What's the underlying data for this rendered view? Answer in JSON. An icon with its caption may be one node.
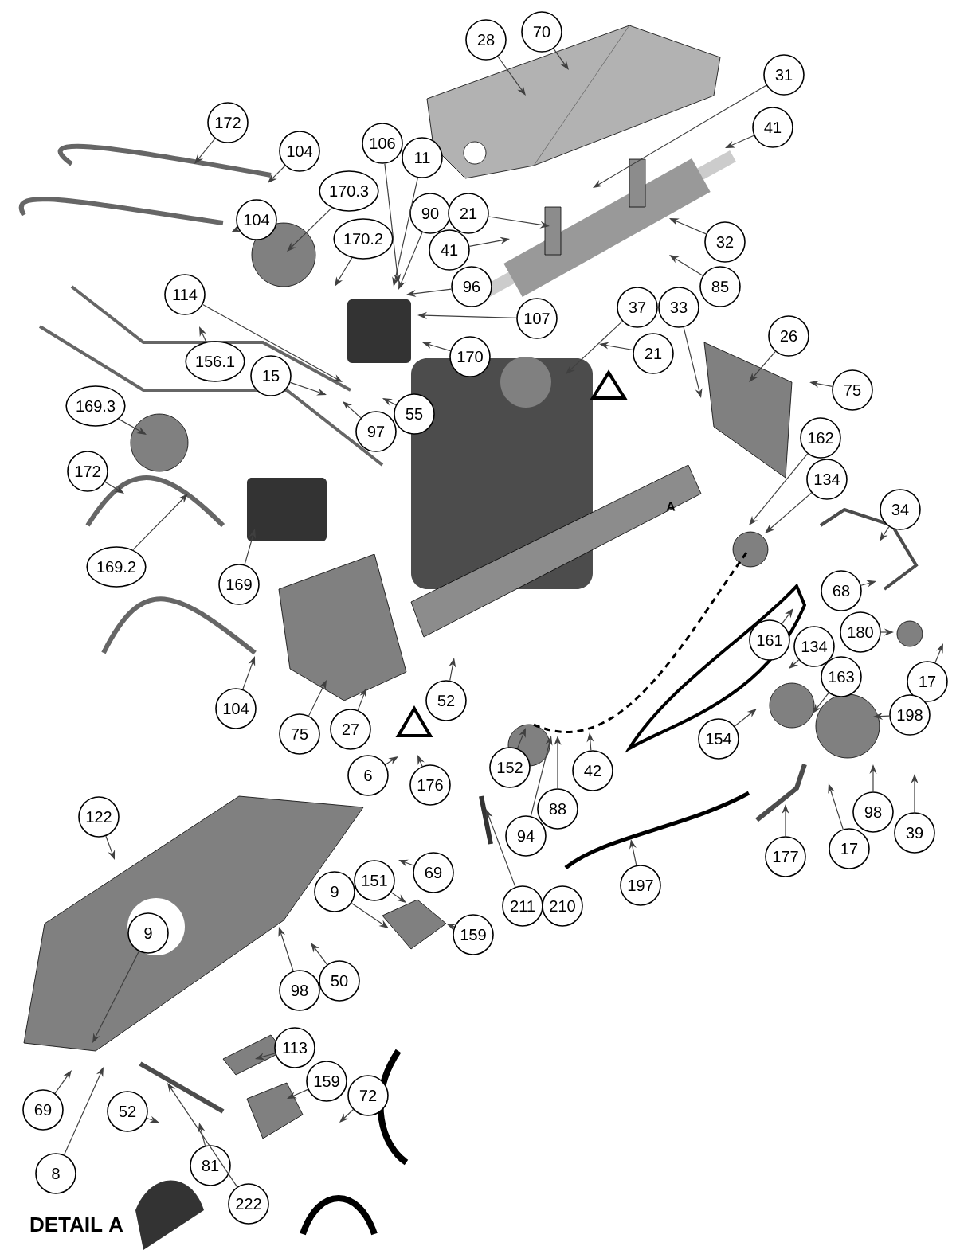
{
  "diagram": {
    "nodes": [
      {
        "text": [
          "28"
        ]
      },
      {
        "text": [
          "70"
        ]
      },
      {
        "text": [
          "31"
        ]
      },
      {
        "text": [
          "41"
        ]
      },
      {
        "text": [
          "172"
        ]
      },
      {
        "text": [
          "104"
        ]
      },
      {
        "text": [
          "106"
        ]
      },
      {
        "text": [
          "11"
        ]
      },
      {
        "text": [
          "170.3"
        ]
      },
      {
        "text": [
          "104"
        ]
      },
      {
        "text": [
          "90"
        ]
      },
      {
        "text": [
          "21"
        ]
      },
      {
        "text": [
          "170.2"
        ]
      },
      {
        "text": [
          "41"
        ]
      },
      {
        "text": [
          "32"
        ]
      },
      {
        "text": [
          "96"
        ]
      },
      {
        "text": [
          "85"
        ]
      },
      {
        "text": [
          "107"
        ]
      },
      {
        "text": [
          "37"
        ]
      },
      {
        "text": [
          "33"
        ]
      },
      {
        "text": [
          "170"
        ]
      },
      {
        "text": [
          "114"
        ]
      },
      {
        "text": [
          "156.1"
        ]
      },
      {
        "text": [
          "21"
        ]
      },
      {
        "text": [
          "26"
        ]
      },
      {
        "text": [
          "75"
        ]
      },
      {
        "text": [
          "15"
        ]
      },
      {
        "text": [
          "169.3"
        ]
      },
      {
        "text": [
          "55"
        ]
      },
      {
        "text": [
          "97"
        ]
      },
      {
        "text": [
          "162"
        ]
      },
      {
        "text": [
          "172"
        ]
      },
      {
        "text": [
          "134"
        ]
      },
      {
        "text": [
          "34"
        ]
      },
      {
        "text": [
          "169.2"
        ]
      },
      {
        "text": [
          "169"
        ]
      },
      {
        "text": [
          "68"
        ]
      },
      {
        "text": [
          "161"
        ]
      },
      {
        "text": [
          "134"
        ]
      },
      {
        "text": [
          "180"
        ]
      },
      {
        "text": [
          "163"
        ]
      },
      {
        "text": [
          "17"
        ]
      },
      {
        "text": [
          "104"
        ]
      },
      {
        "text": [
          "198"
        ]
      },
      {
        "text": [
          "75"
        ]
      },
      {
        "text": [
          "27"
        ]
      },
      {
        "text": [
          "52"
        ]
      },
      {
        "text": [
          "154"
        ]
      },
      {
        "text": [
          "152"
        ]
      },
      {
        "text": [
          "42"
        ]
      },
      {
        "text": [
          "6"
        ]
      },
      {
        "text": [
          "176"
        ]
      },
      {
        "text": [
          "88"
        ]
      },
      {
        "text": [
          "98"
        ]
      },
      {
        "text": [
          "39"
        ]
      },
      {
        "text": [
          "94"
        ]
      },
      {
        "text": [
          "17"
        ]
      },
      {
        "text": [
          "177"
        ]
      },
      {
        "text": [
          "197"
        ]
      },
      {
        "text": [
          "211"
        ]
      },
      {
        "text": [
          "210"
        ]
      },
      {
        "text": [
          "122"
        ]
      },
      {
        "text": [
          "69"
        ]
      },
      {
        "text": [
          "9"
        ]
      },
      {
        "text": [
          "151"
        ]
      },
      {
        "text": [
          "159"
        ]
      },
      {
        "text": [
          "9"
        ]
      },
      {
        "text": [
          "50"
        ]
      },
      {
        "text": [
          "98"
        ]
      },
      {
        "text": [
          "113"
        ]
      },
      {
        "text": [
          "159"
        ]
      },
      {
        "text": [
          "72"
        ]
      },
      {
        "text": [
          "69"
        ]
      },
      {
        "text": [
          "52"
        ]
      },
      {
        "text": [
          "81"
        ]
      },
      {
        "text": [
          "8"
        ]
      },
      {
        "text": [
          "222"
        ]
      }
    ],
    "edges": [
      {
        "from": 0,
        "to": null,
        "arrow": "to"
      },
      {
        "from": 1,
        "to": null,
        "arrow": "to"
      },
      {
        "from": 2,
        "to": null,
        "arrow": "to"
      },
      {
        "from": 3,
        "to": null,
        "arrow": "to"
      },
      {
        "from": 4,
        "to": null,
        "arrow": "to"
      },
      {
        "from": 5,
        "to": null,
        "arrow": "to"
      },
      {
        "from": 6,
        "to": null,
        "arrow": "to"
      },
      {
        "from": 7,
        "to": null,
        "arrow": "to"
      },
      {
        "from": 8,
        "to": null,
        "arrow": "to"
      },
      {
        "from": 9,
        "to": null,
        "arrow": "to"
      },
      {
        "from": 10,
        "to": null,
        "arrow": "to"
      },
      {
        "from": 11,
        "to": null,
        "arrow": "to"
      },
      {
        "from": 12,
        "to": null,
        "arrow": "to"
      },
      {
        "from": 13,
        "to": null,
        "arrow": "to"
      },
      {
        "from": 14,
        "to": null,
        "arrow": "to"
      },
      {
        "from": 15,
        "to": null,
        "arrow": "to"
      },
      {
        "from": 16,
        "to": null,
        "arrow": "to"
      },
      {
        "from": 17,
        "to": null,
        "arrow": "to"
      },
      {
        "from": 18,
        "to": null,
        "arrow": "to"
      },
      {
        "from": 19,
        "to": null,
        "arrow": "to"
      },
      {
        "from": 20,
        "to": null,
        "arrow": "to"
      },
      {
        "from": 21,
        "to": null,
        "arrow": "to"
      },
      {
        "from": 22,
        "to": null,
        "arrow": "to"
      },
      {
        "from": 23,
        "to": null,
        "arrow": "to"
      },
      {
        "from": 24,
        "to": null,
        "arrow": "to"
      },
      {
        "from": 25,
        "to": null,
        "arrow": "to"
      },
      {
        "from": 26,
        "to": null,
        "arrow": "to"
      },
      {
        "from": 27,
        "to": null,
        "arrow": "to"
      },
      {
        "from": 28,
        "to": null,
        "arrow": "to"
      },
      {
        "from": 29,
        "to": null,
        "arrow": "to"
      },
      {
        "from": 30,
        "to": null,
        "arrow": "to"
      },
      {
        "from": 31,
        "to": null,
        "arrow": "to"
      },
      {
        "from": 32,
        "to": null,
        "arrow": "to"
      },
      {
        "from": 33,
        "to": null,
        "arrow": "to"
      },
      {
        "from": 34,
        "to": null,
        "arrow": "to"
      },
      {
        "from": 35,
        "to": null,
        "arrow": "to"
      },
      {
        "from": 36,
        "to": null,
        "arrow": "to"
      },
      {
        "from": 37,
        "to": null,
        "arrow": "to"
      },
      {
        "from": 38,
        "to": null,
        "arrow": "to"
      },
      {
        "from": 39,
        "to": null,
        "arrow": "to"
      },
      {
        "from": 40,
        "to": null,
        "arrow": "to"
      },
      {
        "from": 41,
        "to": null,
        "arrow": "to"
      },
      {
        "from": 42,
        "to": null,
        "arrow": "to"
      },
      {
        "from": 43,
        "to": null,
        "arrow": "to"
      },
      {
        "from": 44,
        "to": null,
        "arrow": "to"
      },
      {
        "from": 45,
        "to": null,
        "arrow": "to"
      },
      {
        "from": 46,
        "to": null,
        "arrow": "to"
      },
      {
        "from": 47,
        "to": null,
        "arrow": "to"
      },
      {
        "from": 48,
        "to": null,
        "arrow": "to"
      },
      {
        "from": 49,
        "to": null,
        "arrow": "to"
      },
      {
        "from": 50,
        "to": null,
        "arrow": "to"
      },
      {
        "from": 51,
        "to": null,
        "arrow": "to"
      },
      {
        "from": 52,
        "to": null,
        "arrow": "to"
      },
      {
        "from": 53,
        "to": null,
        "arrow": "to"
      },
      {
        "from": 54,
        "to": null,
        "arrow": "to"
      },
      {
        "from": 55,
        "to": null,
        "arrow": "to"
      },
      {
        "from": 56,
        "to": null,
        "arrow": "to"
      },
      {
        "from": 57,
        "to": null,
        "arrow": "to"
      },
      {
        "from": 58,
        "to": null,
        "arrow": "to"
      },
      {
        "from": 59,
        "to": null,
        "arrow": "to"
      },
      {
        "from": 61,
        "to": null,
        "arrow": "to"
      },
      {
        "from": 62,
        "to": null,
        "arrow": "to"
      },
      {
        "from": 63,
        "to": null,
        "arrow": "to"
      },
      {
        "from": 64,
        "to": null,
        "arrow": "to"
      },
      {
        "from": 65,
        "to": null,
        "arrow": "to"
      },
      {
        "from": 66,
        "to": null,
        "arrow": "to"
      },
      {
        "from": 67,
        "to": null,
        "arrow": "to"
      },
      {
        "from": 68,
        "to": null,
        "arrow": "to"
      },
      {
        "from": 69,
        "to": null,
        "arrow": "to"
      },
      {
        "from": 70,
        "to": null,
        "arrow": "to"
      },
      {
        "from": 71,
        "to": null,
        "arrow": "to"
      },
      {
        "from": 72,
        "to": null,
        "arrow": "to"
      },
      {
        "from": 73,
        "to": null,
        "arrow": "to"
      },
      {
        "from": 74,
        "to": null,
        "arrow": "to"
      },
      {
        "from": 75,
        "to": null,
        "arrow": "to"
      },
      {
        "from": 76,
        "to": null,
        "arrow": "to"
      }
    ],
    "labels": [
      "A",
      "DETAIL A"
    ]
  }
}
